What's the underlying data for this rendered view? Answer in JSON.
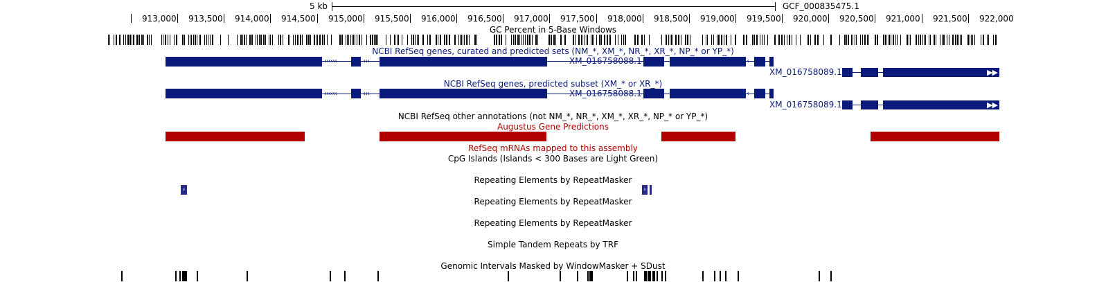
{
  "scale": {
    "label": "5 kb",
    "assembly": "GCF_000835475.1"
  },
  "ruler": {
    "ticks": [
      "913,000",
      "913,500",
      "914,000",
      "914,500",
      "915,000",
      "915,500",
      "916,000",
      "916,500",
      "917,000",
      "917,500",
      "918,000",
      "918,500",
      "919,000",
      "919,500",
      "920,000",
      "920,500",
      "921,000",
      "921,500",
      "922,000"
    ]
  },
  "tracks": {
    "gc": "GC Percent in 5-Base Windows",
    "refseq_all": "NCBI RefSeq genes, curated and predicted sets (NM_*, XM_*, NR_*, XR_*, NP_* or YP_*)",
    "refseq_pred": "NCBI RefSeq genes, predicted subset (XM_* or XR_*)",
    "refseq_other": "NCBI RefSeq other annotations (not NM_*, NR_*, XM_*, XR_*, NP_* or YP_*)",
    "augustus": "Augustus Gene Predictions",
    "mrna": "RefSeq mRNAs mapped to this assembly",
    "cpg": "CpG Islands (Islands < 300 Bases are Light Green)",
    "rmsk1": "Repeating Elements by RepeatMasker",
    "rmsk2": "Repeating Elements by RepeatMasker",
    "rmsk3": "Repeating Elements by RepeatMasker",
    "trf": "Simple Tandem Repeats by TRF",
    "windowmasker": "Genomic Intervals Masked by WindowMasker + SDust"
  },
  "genes": {
    "gene1": "XM_016758088.1",
    "gene2": "XM_016758089.1"
  },
  "colors": {
    "refseq": "#0a1a7a",
    "augustus": "#b00000",
    "rmsk": "#2a2a8a",
    "black": "#000000"
  }
}
